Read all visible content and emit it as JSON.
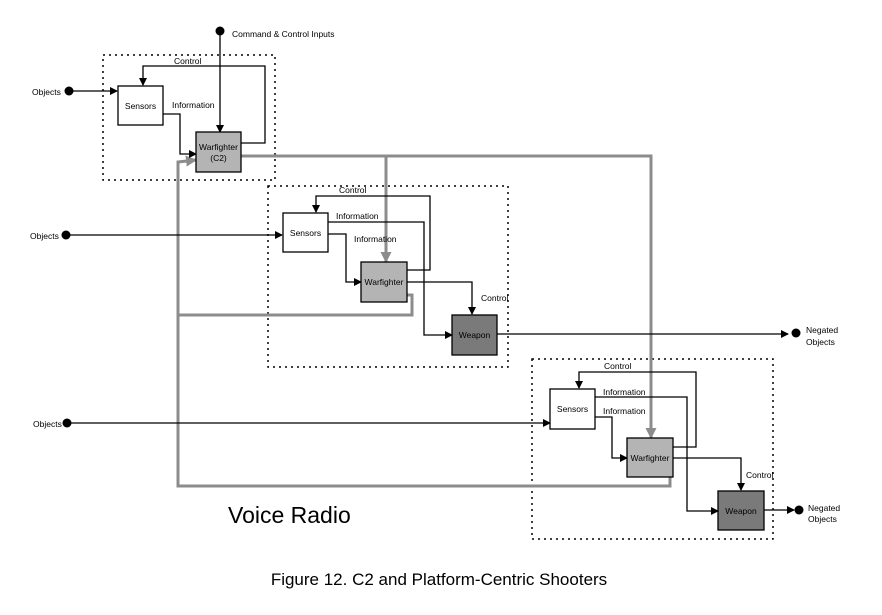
{
  "diagram": {
    "top_input_label": "Command & Control Inputs",
    "objects_label": "Objects",
    "negated_label_line1": "Negated",
    "negated_label_line2": "Objects",
    "control_label": "Control",
    "information_label": "Information",
    "sensors_label": "Sensors",
    "warfighter_label": "Warfighter",
    "warfighter_c2_line1": "Warfighter",
    "warfighter_c2_line2": "(C2)",
    "weapon_label": "Weapon",
    "voice_radio_label": "Voice Radio",
    "caption": "Figure 12. C2 and Platform-Centric Shooters"
  },
  "colors": {
    "warfighter_fill": "#b4b4b4",
    "weapon_fill": "#7a7a7a",
    "voice_radio_line": "#8c8c8c"
  }
}
